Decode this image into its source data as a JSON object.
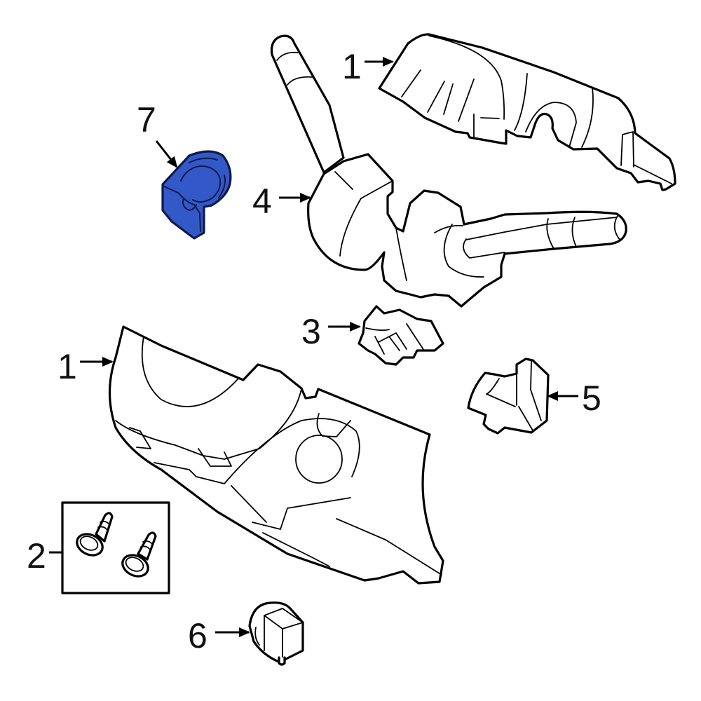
{
  "diagram": {
    "background": "#ffffff",
    "highlight_color": "#3358C8",
    "outline_color": "#000000",
    "callouts": [
      {
        "id": "c1a",
        "number": "1",
        "part": "upper-column-cover"
      },
      {
        "id": "c4",
        "number": "4",
        "part": "combination-switch"
      },
      {
        "id": "c7",
        "number": "7",
        "part": "ignition-key-ring-highlighted"
      },
      {
        "id": "c3",
        "number": "3",
        "part": "switch-connector"
      },
      {
        "id": "c1b",
        "number": "1",
        "part": "lower-column-cover"
      },
      {
        "id": "c5",
        "number": "5",
        "part": "switch-module"
      },
      {
        "id": "c2",
        "number": "2",
        "part": "screws-kit"
      },
      {
        "id": "c6",
        "number": "6",
        "part": "sensor"
      }
    ]
  }
}
